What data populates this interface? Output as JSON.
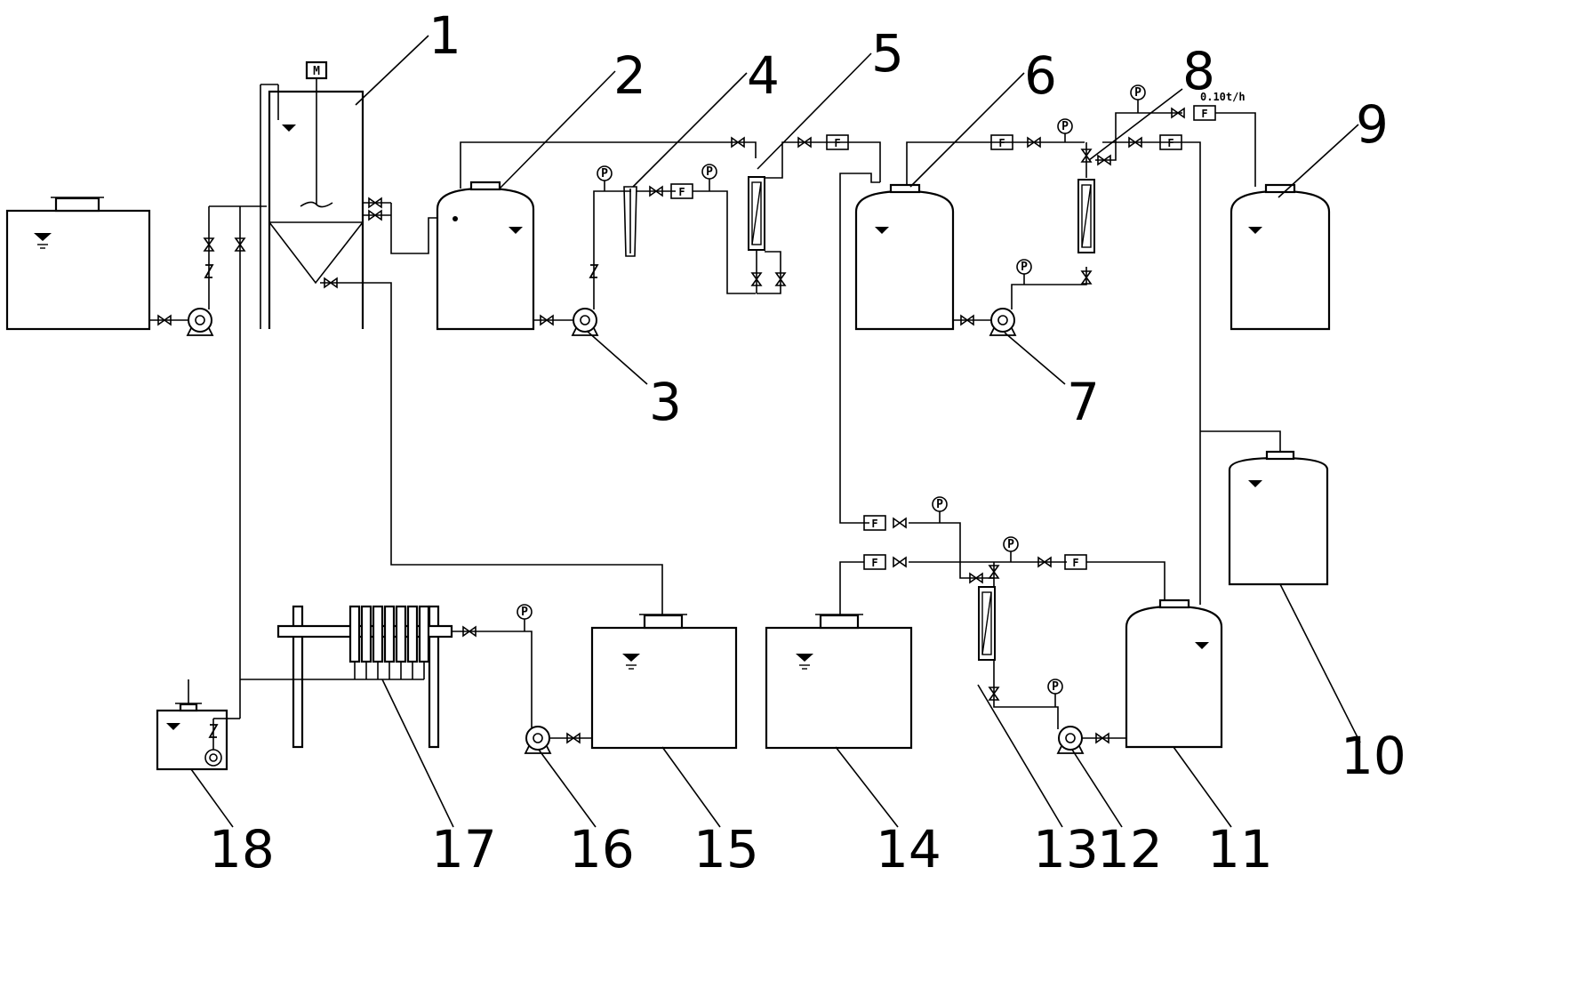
{
  "labels": [
    "1",
    "2",
    "3",
    "4",
    "5",
    "6",
    "7",
    "8",
    "9",
    "10",
    "11",
    "12",
    "13",
    "14",
    "15",
    "16",
    "17",
    "18"
  ],
  "motor_symbol": "M",
  "flowmeter_symbol": "F",
  "gauge_symbol": "P",
  "flow_rate_text": "0.10t/h"
}
